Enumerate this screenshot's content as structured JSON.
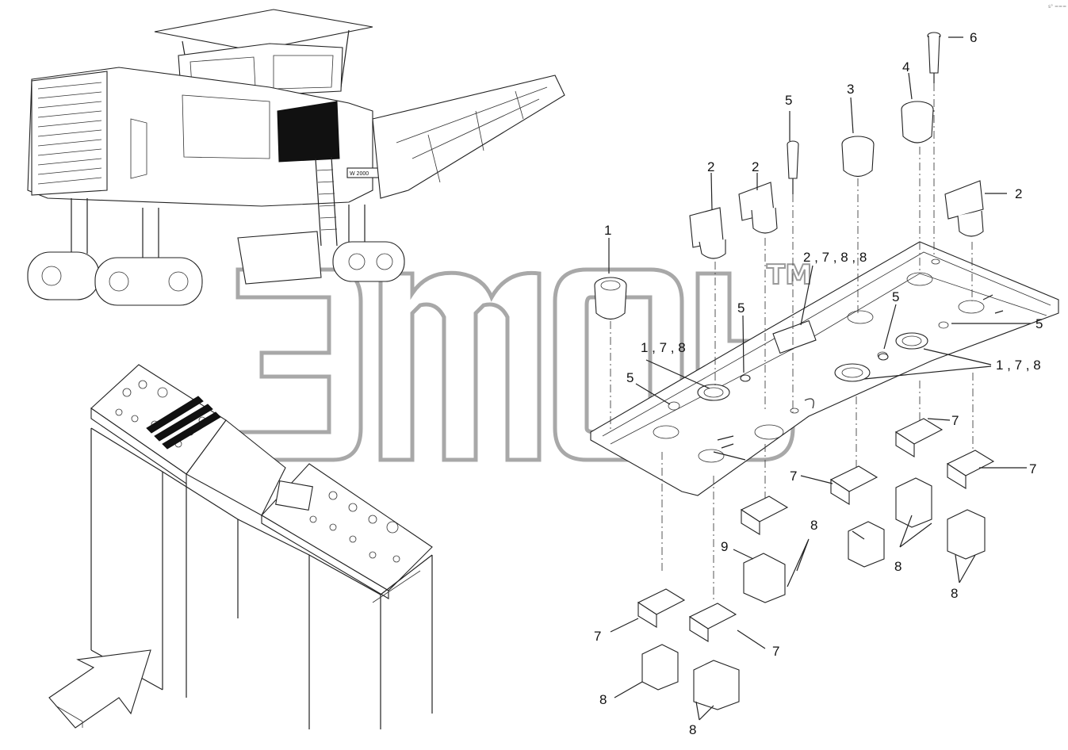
{
  "corner_mark": "s° ===",
  "watermark": {
    "tm": "TM"
  },
  "machine": {
    "badge": "W 2000"
  },
  "callouts": [
    {
      "id": "c1",
      "text": "1"
    },
    {
      "id": "c2a",
      "text": "2"
    },
    {
      "id": "c2b",
      "text": "2"
    },
    {
      "id": "c5a",
      "text": "5"
    },
    {
      "id": "c3",
      "text": "3"
    },
    {
      "id": "c4",
      "text": "4"
    },
    {
      "id": "c6",
      "text": "6"
    },
    {
      "id": "c2c",
      "text": "2"
    },
    {
      "id": "c2788",
      "text": "2 , 7 , 8 , 8"
    },
    {
      "id": "c5b",
      "text": "5"
    },
    {
      "id": "c5c",
      "text": "5"
    },
    {
      "id": "c5d",
      "text": "5"
    },
    {
      "id": "c178a",
      "text": "1 , 7 , 8"
    },
    {
      "id": "c5e",
      "text": "5"
    },
    {
      "id": "c178b",
      "text": "1 , 7 , 8"
    },
    {
      "id": "c7a",
      "text": "7"
    },
    {
      "id": "c7b",
      "text": "7"
    },
    {
      "id": "c7c",
      "text": "7"
    },
    {
      "id": "c8a",
      "text": "8"
    },
    {
      "id": "c9",
      "text": "9"
    },
    {
      "id": "c8b",
      "text": "8"
    },
    {
      "id": "c8c",
      "text": "8"
    },
    {
      "id": "c7d",
      "text": "7"
    },
    {
      "id": "c7e",
      "text": "7"
    },
    {
      "id": "c8d",
      "text": "8"
    },
    {
      "id": "c8e",
      "text": "8"
    }
  ]
}
